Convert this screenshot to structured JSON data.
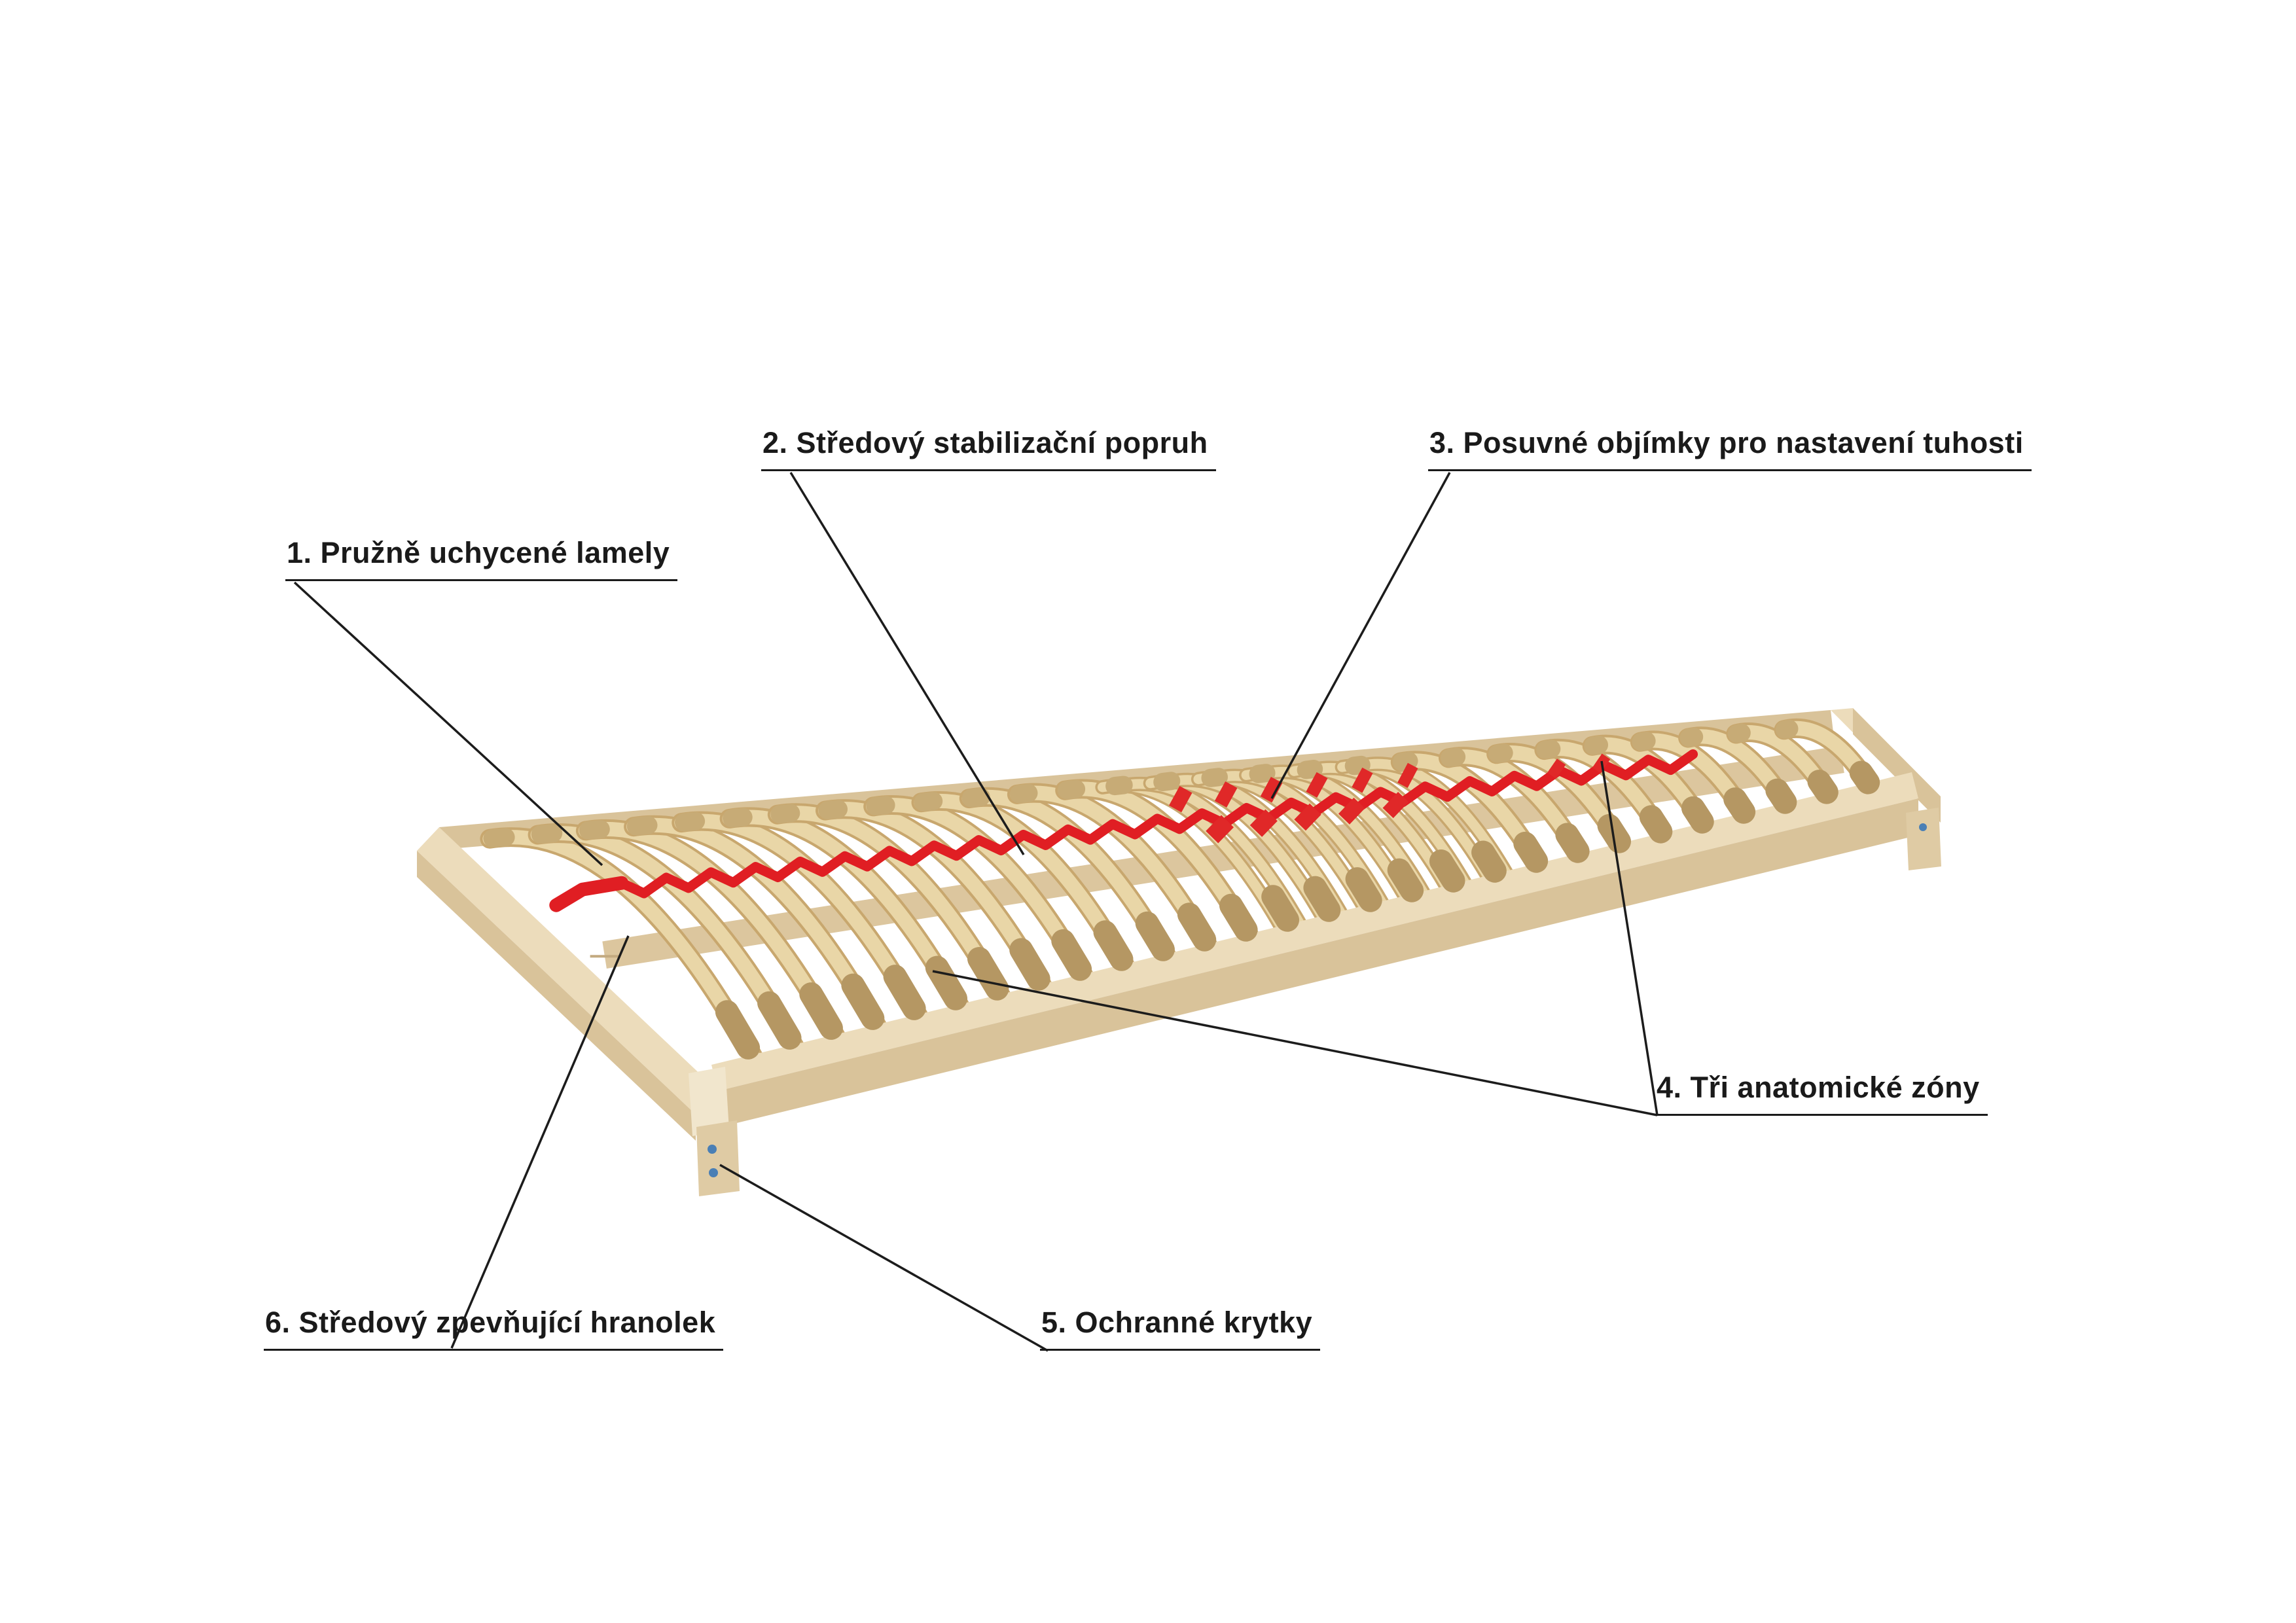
{
  "page": {
    "background_color": "#ffffff"
  },
  "diagram": {
    "subject": "slatted-bed-base",
    "labels": [
      {
        "id": "1",
        "text": "1. Pružně uchycené lamely"
      },
      {
        "id": "2",
        "text": "2. Středový stabilizační  popruh"
      },
      {
        "id": "3",
        "text": "3. Posuvné objímky pro nastavení tuhosti"
      },
      {
        "id": "4",
        "text": "4. Tři anatomické zóny"
      },
      {
        "id": "5",
        "text": "5. Ochranné krytky"
      },
      {
        "id": "6",
        "text": "6. Středový zpevňující hranolek"
      }
    ],
    "bed": {
      "slat_count": 28,
      "double_slat_start": 13,
      "double_slat_end": 18,
      "colors": {
        "slat": "#e9d6a7",
        "slat_edge": "#c8a76e",
        "frame": "#ecdcbb",
        "frame_side": "#d9c39a",
        "holder": "#b59763",
        "holder_far": "#c7ab76",
        "beam": "#dcc69e",
        "strap": "#e01e23",
        "clamp": "#e02828",
        "cap": "#f1e6cd",
        "foot": "#dfcba4",
        "screw": "#4a7fb5",
        "leader": "#1c1c1c"
      }
    }
  }
}
